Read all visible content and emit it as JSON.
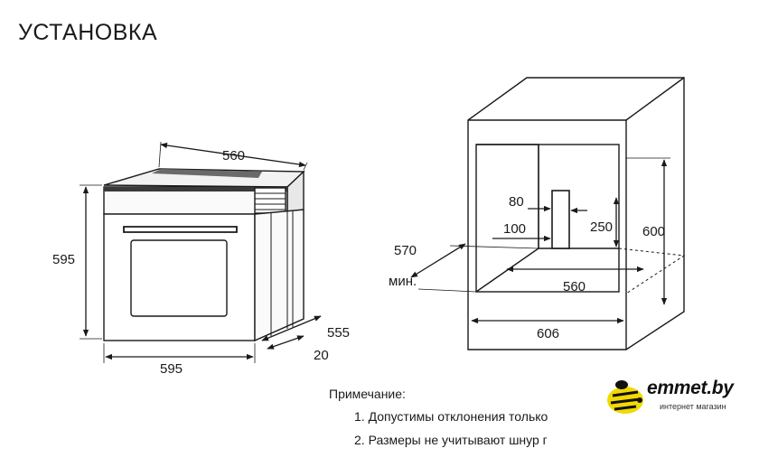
{
  "title": "УСТАНОВКА",
  "oven_dims": {
    "depth": "560",
    "height": "595",
    "width": "595",
    "side_depth": "555",
    "door": "20"
  },
  "niche_dims": {
    "depth": "570",
    "depth_min": "мин.",
    "vent_w": "80",
    "vent_h": "100",
    "vent_depth": "250",
    "height": "600",
    "inner_width": "560",
    "outer_width": "606"
  },
  "notes": {
    "heading": "Примечание:",
    "items": [
      "1. Допустимы отклонения только",
      "2. Размеры не учитывают шнур г"
    ]
  },
  "logo": {
    "text": "emmet.by",
    "tagline": "интернет магазин",
    "color": "#f2d900"
  }
}
